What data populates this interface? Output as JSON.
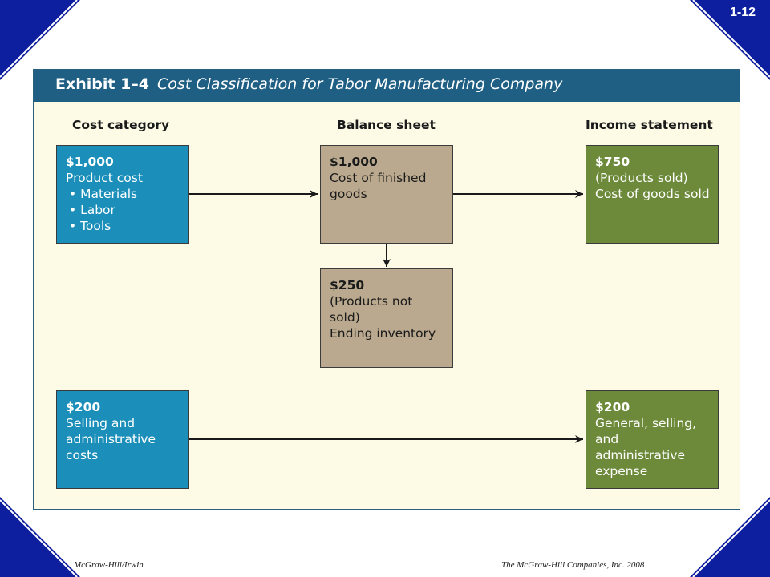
{
  "slide": {
    "number": "1-12"
  },
  "exhibit": {
    "number": "Exhibit 1–4",
    "title": "Cost Classification for Tabor Manufacturing Company",
    "columns": {
      "cost_category": "Cost category",
      "balance_sheet": "Balance sheet",
      "income_statement": "Income statement"
    },
    "boxes": {
      "product_cost": {
        "amount": "$1,000",
        "lines": [
          "Product cost",
          "•  Materials",
          "•  Labor",
          "•  Tools"
        ]
      },
      "finished_goods": {
        "amount": "$1,000",
        "lines": [
          "Cost of finished",
          "goods"
        ]
      },
      "products_sold": {
        "amount": "$750",
        "lines": [
          "(Products sold)",
          "Cost of goods sold"
        ]
      },
      "ending_inventory": {
        "amount": "$250",
        "lines": [
          "(Products not sold)",
          "Ending inventory"
        ]
      },
      "selling_admin_costs": {
        "amount": "$200",
        "lines": [
          "Selling and",
          "administrative",
          "costs"
        ]
      },
      "selling_admin_expense": {
        "amount": "$200",
        "lines": [
          "General, selling,",
          "and administrative",
          "expense"
        ]
      }
    }
  },
  "colors": {
    "corner_blue": "#0d1f9e",
    "header_blue": "#1f5f84",
    "product_box": "#1b8fb9",
    "balance_box": "#baa98e",
    "income_box": "#6d8a3b",
    "panel_bg": "#fdfbe6"
  },
  "footer": {
    "left": "McGraw-Hill/Irwin",
    "right": "The McGraw-Hill Companies, Inc. 2008"
  }
}
